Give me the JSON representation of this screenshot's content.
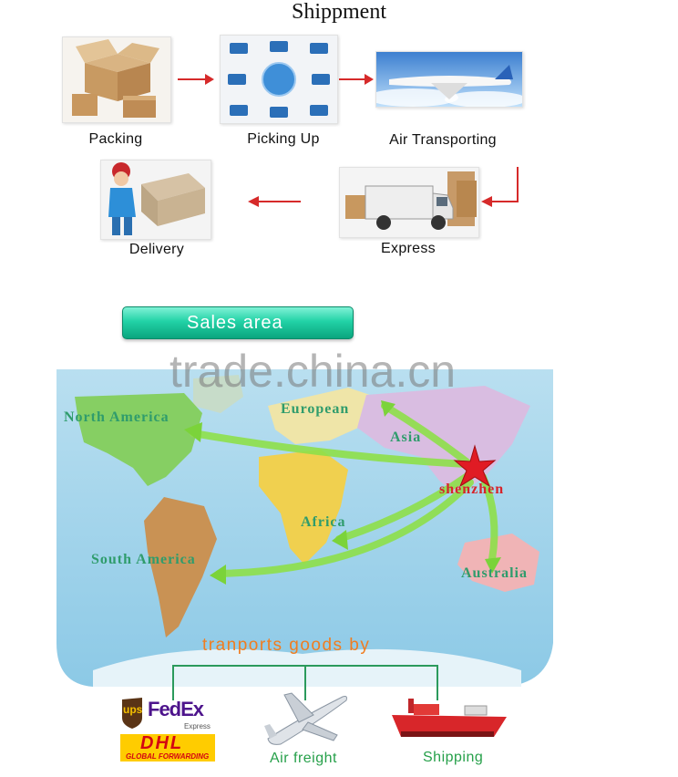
{
  "title": "Shippment",
  "steps": [
    {
      "label": "Packing"
    },
    {
      "label": "Picking Up"
    },
    {
      "label": "Air Transporting"
    },
    {
      "label": "Express"
    },
    {
      "label": "Delivery"
    }
  ],
  "sales_area": {
    "label": "Sales area"
  },
  "watermark": "trade.china.cn",
  "map": {
    "regions": {
      "north_america": "North America",
      "european": "European",
      "asia": "Asia",
      "shenzhen": "shenzhen",
      "africa": "Africa",
      "south_america": "South America",
      "australia": "Australia"
    }
  },
  "transport": {
    "heading": "tranports goods by",
    "carriers": {
      "ups": "ups",
      "fedex": "FedEx",
      "fedex_sub": "Express",
      "dhl": "DHL",
      "dhl_sub": "GLOBAL FORWARDING",
      "air_freight": "Air freight",
      "shipping": "Shipping"
    }
  },
  "colors": {
    "arrow_red": "#d62a2a",
    "sales_button": "#18c89c",
    "label_green": "#2f9c6c",
    "label_red": "#d6242b",
    "transport_orange": "#f07d20",
    "carrier_green": "#26a04a"
  }
}
